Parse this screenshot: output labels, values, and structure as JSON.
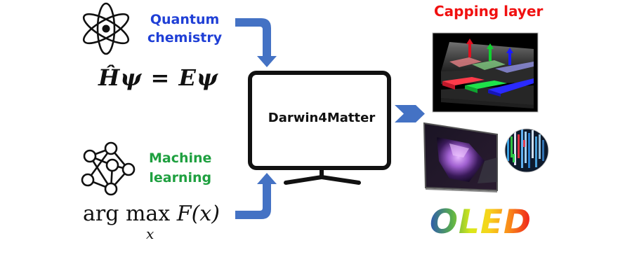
{
  "inputs": [
    {
      "id": "quantum-chemistry",
      "title_lines": [
        "Quantum",
        "chemistry"
      ],
      "title_color": "#1f3fd6",
      "icon": "atom-icon",
      "equation": "Ĥψ = Eψ"
    },
    {
      "id": "machine-learning",
      "title_lines": [
        "Machine",
        "learning"
      ],
      "title_color": "#1fa040",
      "icon": "neural-network-icon",
      "equation_main": "arg max F(x)",
      "equation_parts": {
        "op": "arg max",
        "func": "F(x)",
        "subscript": "x"
      }
    }
  ],
  "center": {
    "label": "Darwin4Matter",
    "icon": "monitor-icon"
  },
  "outputs": {
    "capping_layer": {
      "title": "Capping layer",
      "title_color": "#f01010",
      "image": "rgb-capping-layer-illustration"
    },
    "oled": {
      "label": "OLED",
      "gradient": [
        "#2d58b0",
        "#5ab04a",
        "#d8e81a",
        "#f7d41c",
        "#f98a1a",
        "#ee1c1c"
      ],
      "images": [
        "oled-tv-illustration",
        "oled-pixel-closeup"
      ]
    }
  },
  "colors": {
    "arrow": "#4472c4",
    "outline": "#111111"
  }
}
